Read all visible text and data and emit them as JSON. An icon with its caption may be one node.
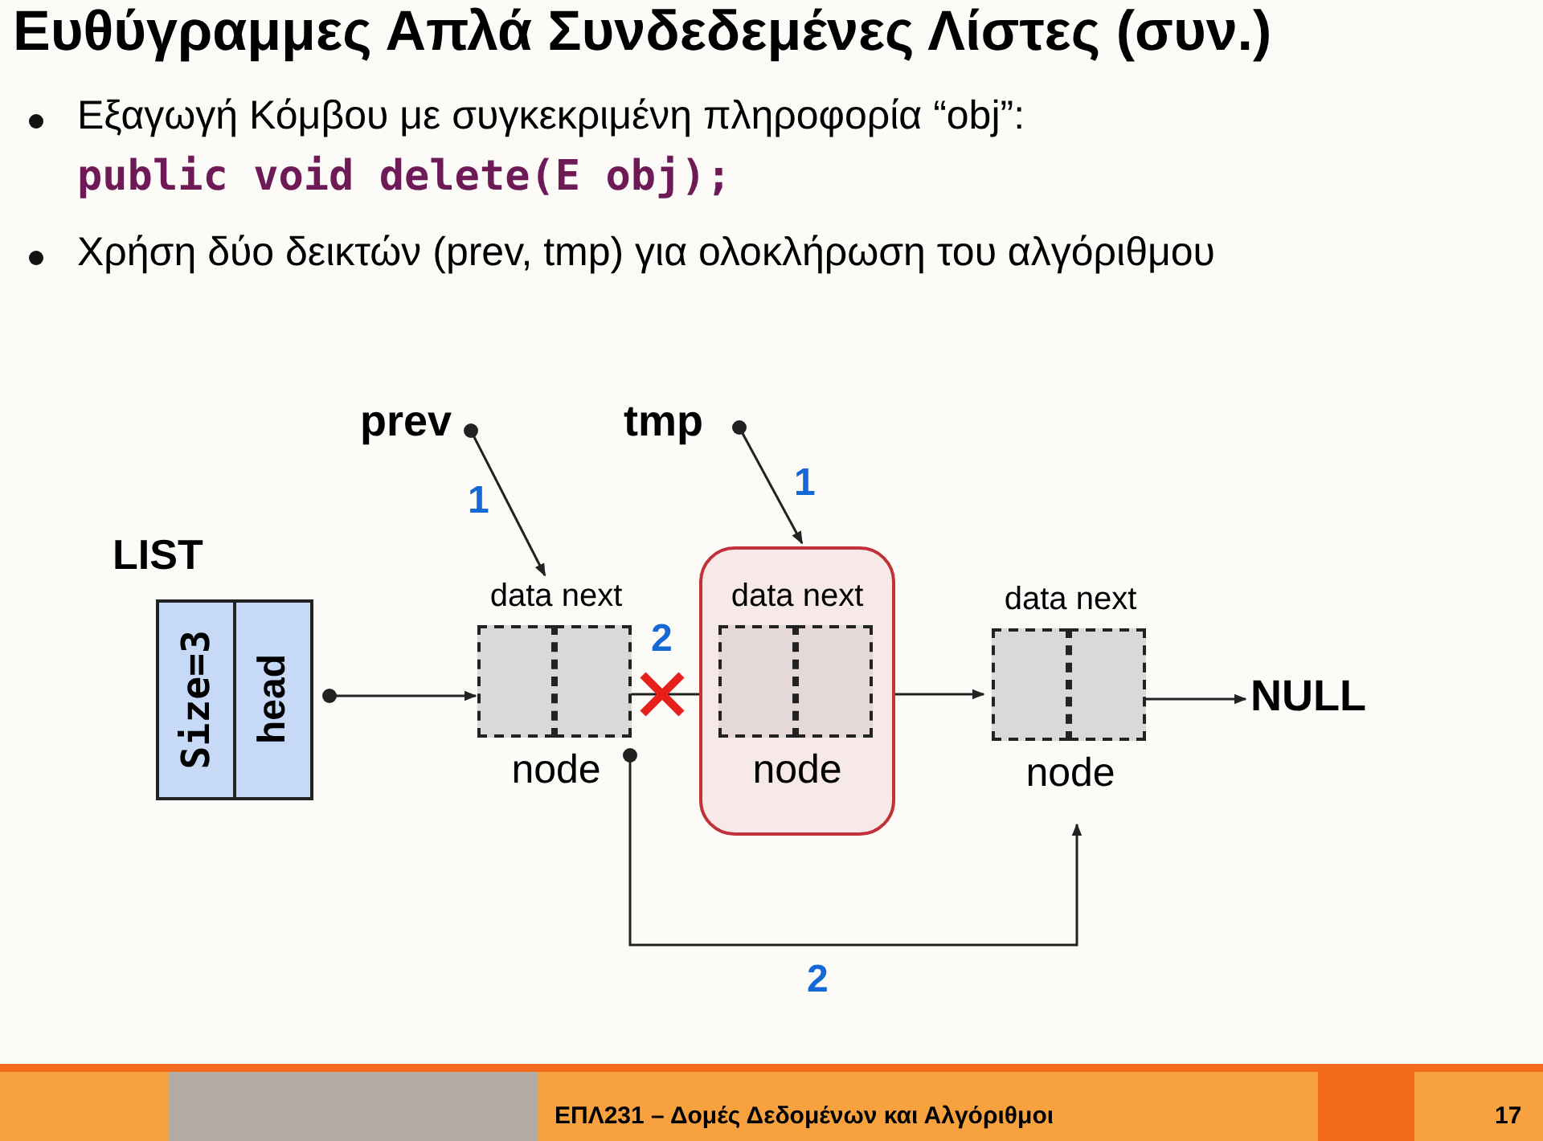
{
  "diagram": {
    "title": "Ευθύγραμμες Απλά Συνδεδεμένες Λίστες (συν.)",
    "nodes": [
      {
        "text": [
          "LIST",
          "Size=3",
          "head"
        ]
      },
      {
        "text": [
          "prev"
        ]
      },
      {
        "text": [
          "tmp"
        ]
      },
      {
        "text": [
          "data next",
          "node"
        ]
      },
      {
        "text": [
          "data next",
          "node"
        ]
      },
      {
        "text": [
          "data next",
          "node"
        ]
      },
      {
        "text": [
          "NULL"
        ]
      }
    ],
    "edges": [
      {
        "from": 0,
        "to": 3,
        "arrow": "to"
      },
      {
        "from": 1,
        "to": 3,
        "arrow": "to",
        "label": "1"
      },
      {
        "from": 2,
        "to": 4,
        "arrow": "to",
        "label": "1"
      },
      {
        "from": 3,
        "to": 4,
        "arrow": "to",
        "label": "2"
      },
      {
        "from": 4,
        "to": 5,
        "arrow": "to"
      },
      {
        "from": 5,
        "to": 6,
        "arrow": "to"
      },
      {
        "from": 3,
        "to": 5,
        "arrow": "to",
        "label": "2"
      }
    ],
    "labels": [
      "Εξαγωγή Κόμβου  με συγκεκριμένη πληροφορία “obj”:",
      "public void delete(E obj);",
      "Χρήση δύο δεικτών (prev, tmp) για ολοκλήρωση του αλγόριθμου",
      "ΕΠΛ231 – Δομές Δεδομένων και Αλγόριθμοι",
      "17"
    ]
  }
}
